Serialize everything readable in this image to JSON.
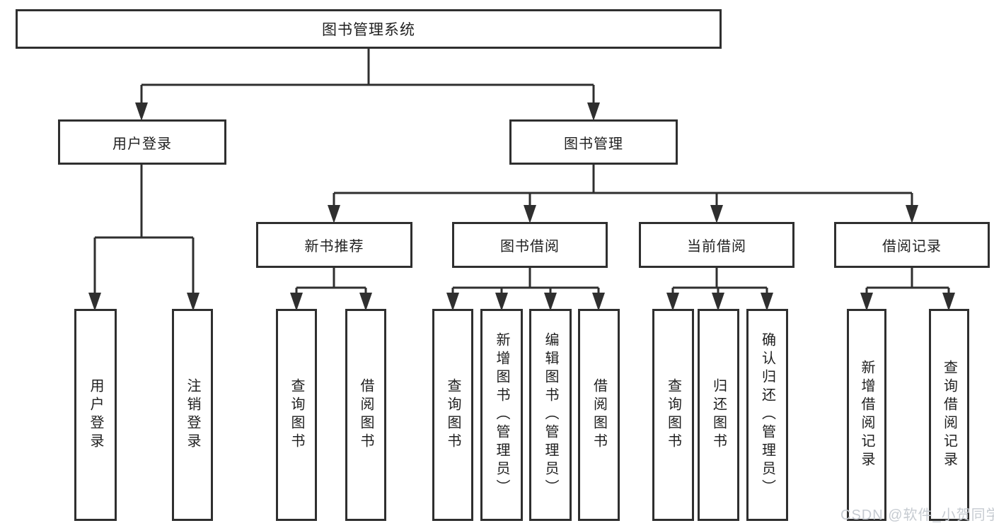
{
  "tree": {
    "root": "图书管理系统",
    "children": [
      {
        "label": "用户登录",
        "children": [
          {
            "label": "用户登录"
          },
          {
            "label": "注销登录"
          }
        ]
      },
      {
        "label": "图书管理",
        "children": [
          {
            "label": "新书推荐",
            "children": [
              {
                "label": "查询图书"
              },
              {
                "label": "借阅图书"
              }
            ]
          },
          {
            "label": "图书借阅",
            "children": [
              {
                "label": "查询图书"
              },
              {
                "label": "新增图书（管理员）"
              },
              {
                "label": "编辑图书（管理员）"
              },
              {
                "label": "借阅图书"
              }
            ]
          },
          {
            "label": "当前借阅",
            "children": [
              {
                "label": "查询图书"
              },
              {
                "label": "归还图书"
              },
              {
                "label": "确认归还（管理员）"
              }
            ]
          },
          {
            "label": "借阅记录",
            "children": [
              {
                "label": "新增借阅记录"
              },
              {
                "label": "查询借阅记录"
              }
            ]
          }
        ]
      }
    ]
  },
  "watermark": "CSDN @软件_小贺同学",
  "colors": {
    "line": "#2f2f2f",
    "text": "#1f1f1f",
    "background": "#ffffff",
    "watermark": "#c6cbd1"
  }
}
